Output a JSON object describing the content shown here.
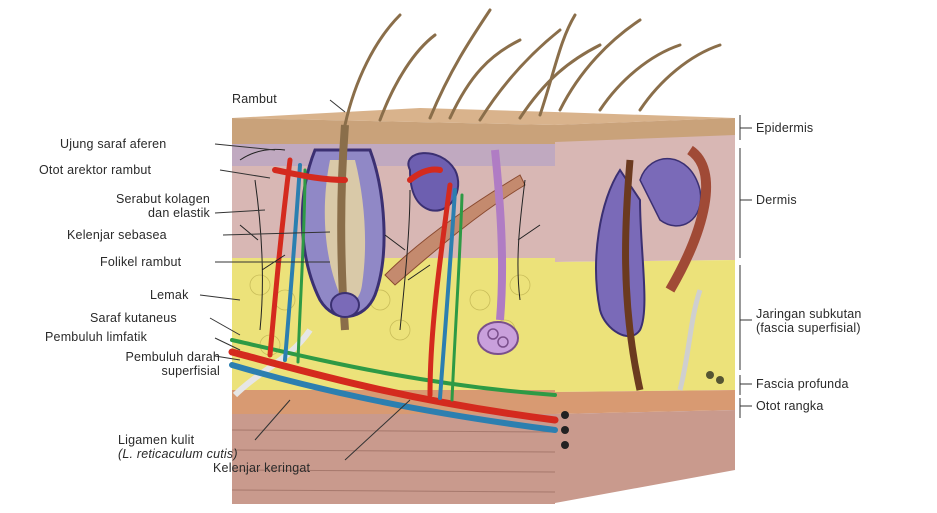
{
  "labels_left": {
    "rambut": "Rambut",
    "ujung_saraf_aferen": "Ujung saraf aferen",
    "otot_arektor_rambut": "Otot arektor rambut",
    "serabut_line1": "Serabut kolagen",
    "serabut_line2": "dan elastik",
    "kelenjar_sebasea": "Kelenjar sebasea",
    "folikel_rambut": "Folikel rambut",
    "lemak": "Lemak",
    "saraf_kutaneus": "Saraf kutaneus",
    "pembuluh_limfatik": "Pembuluh limfatik",
    "pembuluh_darah_line1": "Pembuluh darah",
    "pembuluh_darah_line2": "superfisial",
    "ligamen_line1": "Ligamen kulit",
    "ligamen_line2": "(L. reticaculum cutis)",
    "kelenjar_keringat": "Kelenjar keringat"
  },
  "labels_right": {
    "epidermis": "Epidermis",
    "dermis": "Dermis",
    "jaringan_line1": "Jaringan subkutan",
    "jaringan_line2": "(fascia superfisial)",
    "fascia_profunda": "Fascia profunda",
    "otot_rangka": "Otot rangka"
  },
  "colors": {
    "epidermis": "#c9a27a",
    "dermis": "#d8b7b4",
    "subcutaneous": "#ece27a",
    "muscle": "#c99a8d",
    "artery": "#d42a1e",
    "vein": "#2c7fb0",
    "lymph": "#2e9a45",
    "follicle": "#5b4f9e",
    "gland": "#b07cc4",
    "hair": "#8a6e4a"
  }
}
